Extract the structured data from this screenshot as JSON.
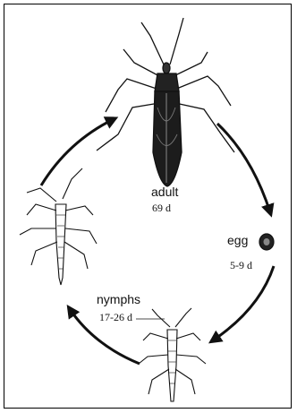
{
  "stages": {
    "adult": {
      "name": "adult",
      "duration": "69 d"
    },
    "egg": {
      "name": "egg",
      "duration": "5-9 d"
    },
    "nymphs": {
      "name": "nymphs",
      "duration": "17-26 d"
    }
  },
  "colors": {
    "ink": "#111111",
    "background": "#ffffff"
  },
  "icons": [
    "adult-bug-icon",
    "egg-icon",
    "nymph-bug-icon",
    "late-nymph-bug-icon",
    "cycle-arrow-icon"
  ]
}
